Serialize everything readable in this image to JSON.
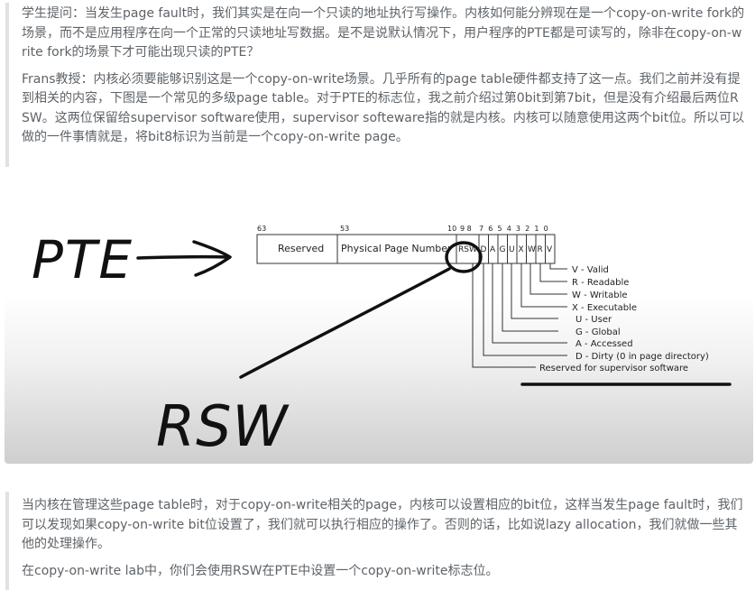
{
  "paragraphs_top": [
    "学生提问：当发生page fault时，我们其实是在向一个只读的地址执行写操作。内核如何能分辨现在是一个copy-on-write fork的场景，而不是应用程序在向一个正常的只读地址写数据。是不是说默认情况下，用户程序的PTE都是可读写的，除非在copy-on-write fork的场景下才可能出现只读的PTE？",
    "Frans教授：内核必须要能够识别这是一个copy-on-write场景。几乎所有的page table硬件都支持了这一点。我们之前并没有提到相关的内容，下图是一个常见的多级page table。对于PTE的标志位，我之前介绍过第0bit到第7bit，但是没有介绍最后两位RSW。这两位保留给supervisor software使用，supervisor softeware指的就是内核。内核可以随意使用这两个bit位。所以可以做的一件事情就是，将bit8标识为当前是一个copy-on-write page。"
  ],
  "diagram": {
    "handwriting_pte": "PTE",
    "handwriting_rsw": "RSW",
    "bit_numbers": {
      "b63": "63",
      "b53": "53",
      "b10": "10",
      "b98": "9 8",
      "low": "7 6 5 4 3 2 1 0"
    },
    "fields": [
      "Reserved",
      "Physical Page Number",
      "RSW",
      "D",
      "A",
      "G",
      "U",
      "X",
      "W",
      "R",
      "V"
    ],
    "flag_labels": [
      "V - Valid",
      "R  - Readable",
      "W - Writable",
      "X - Executable",
      "U - User",
      "G - Global",
      "A - Accessed",
      "D - Dirty (0 in page directory)",
      "Reserved for supervisor software"
    ]
  },
  "paragraphs_bottom": [
    "当内核在管理这些page table时，对于copy-on-write相关的page，内核可以设置相应的bit位，这样当发生page fault时，我们可以发现如果copy-on-write bit位设置了，我们就可以执行相应的操作了。否则的话，比如说lazy allocation，我们就做一些其他的处理操作。",
    "在copy-on-write lab中，你们会使用RSW在PTE中设置一个copy-on-write标志位。"
  ]
}
